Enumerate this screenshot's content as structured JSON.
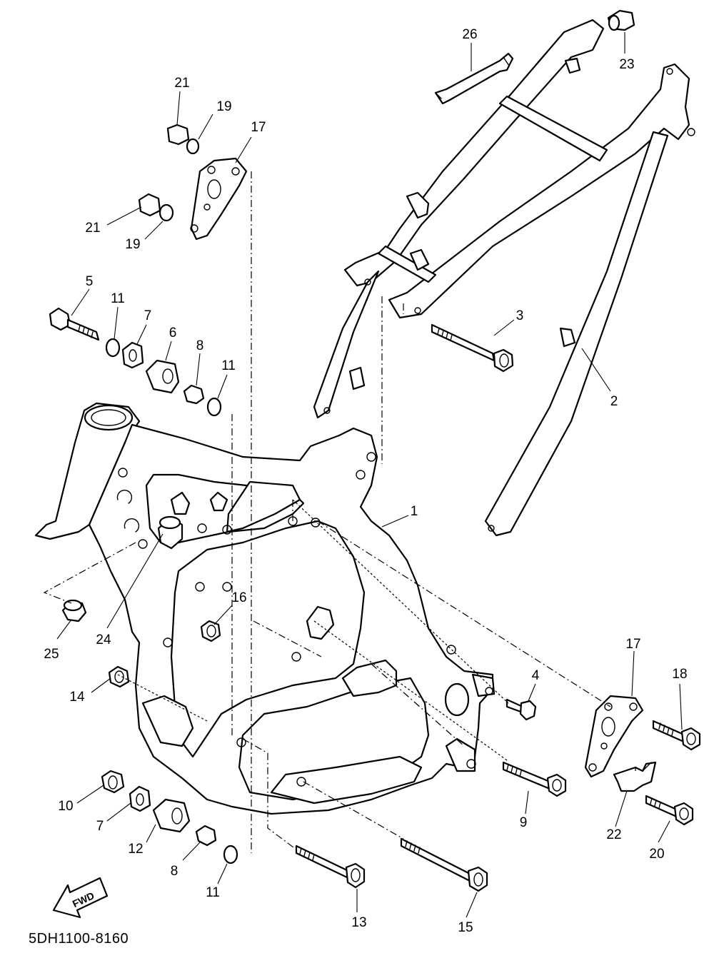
{
  "diagram": {
    "drawing_code": "5DH1100-8160",
    "direction_marker": "FWD",
    "callouts": [
      {
        "id": "c26",
        "label": "26",
        "part": "wrench-tool"
      },
      {
        "id": "c23",
        "label": "23",
        "part": "cap"
      },
      {
        "id": "c21a",
        "label": "21",
        "part": "nut"
      },
      {
        "id": "c19a",
        "label": "19",
        "part": "washer"
      },
      {
        "id": "c17a",
        "label": "17",
        "part": "engine-bracket"
      },
      {
        "id": "c21b",
        "label": "21",
        "part": "nut"
      },
      {
        "id": "c19b",
        "label": "19",
        "part": "washer"
      },
      {
        "id": "c5",
        "label": "5",
        "part": "bolt"
      },
      {
        "id": "c11a",
        "label": "11",
        "part": "washer"
      },
      {
        "id": "c7a",
        "label": "7",
        "part": "bushing"
      },
      {
        "id": "c6",
        "label": "6",
        "part": "collar"
      },
      {
        "id": "c8a",
        "label": "8",
        "part": "collar"
      },
      {
        "id": "c11b",
        "label": "11",
        "part": "washer"
      },
      {
        "id": "c3",
        "label": "3",
        "part": "bolt"
      },
      {
        "id": "c2",
        "label": "2",
        "part": "rear-frame"
      },
      {
        "id": "c1",
        "label": "1",
        "part": "main-frame"
      },
      {
        "id": "c16",
        "label": "16",
        "part": "nut"
      },
      {
        "id": "c25",
        "label": "25",
        "part": "cap"
      },
      {
        "id": "c24",
        "label": "24",
        "part": "plug"
      },
      {
        "id": "c14",
        "label": "14",
        "part": "nut"
      },
      {
        "id": "c4",
        "label": "4",
        "part": "bolt"
      },
      {
        "id": "c17b",
        "label": "17",
        "part": "engine-bracket"
      },
      {
        "id": "c18",
        "label": "18",
        "part": "bolt"
      },
      {
        "id": "c10",
        "label": "10",
        "part": "nut"
      },
      {
        "id": "c7b",
        "label": "7",
        "part": "bushing"
      },
      {
        "id": "c12",
        "label": "12",
        "part": "collar"
      },
      {
        "id": "c8b",
        "label": "8",
        "part": "collar"
      },
      {
        "id": "c11c",
        "label": "11",
        "part": "washer"
      },
      {
        "id": "c9",
        "label": "9",
        "part": "bolt"
      },
      {
        "id": "c22",
        "label": "22",
        "part": "clip"
      },
      {
        "id": "c20",
        "label": "20",
        "part": "bolt"
      },
      {
        "id": "c13",
        "label": "13",
        "part": "bolt"
      },
      {
        "id": "c15",
        "label": "15",
        "part": "bolt"
      }
    ]
  }
}
